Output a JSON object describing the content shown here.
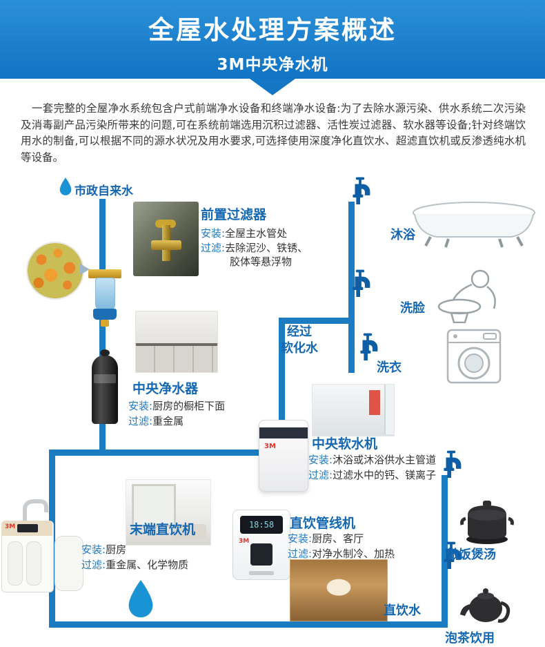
{
  "brand": "3M",
  "header": {
    "title": "全屋水处理方案概述",
    "subtitle": "3M中央净水机"
  },
  "intro": {
    "text": "一套完整的全屋净水系统包含户式前端净水设备和终端净水设备:为了去除水源污染、供水系统二次污染及消毒副产品污染所带来的问题,可在系统前端选用沉积过滤器、活性炭过滤器、软水器等设备;针对终端饮用水的制备,可以根据不同的源水状况及用水要求,可选择使用深度净化直饮水、超滤直饮机或反渗透纯水机等设备。"
  },
  "labels": {
    "install": "安装:",
    "filter": "过滤:"
  },
  "source": {
    "tap_water": "市政自来水"
  },
  "devices": {
    "pre_filter": {
      "title": "前置过滤器",
      "install": "全屋主水管处",
      "filter_line1": "去除泥沙、铁锈、",
      "filter_line2": "胶体等悬浮物"
    },
    "central_purifier": {
      "title": "中央净水器",
      "install": "厨房的橱柜下面",
      "filter": "重金属"
    },
    "central_softener": {
      "title": "中央软水机",
      "install": "沐浴或沐浴供水主管道",
      "filter": "过滤水中的钙、镁离子"
    },
    "terminal_purifier": {
      "title": "末端直饮机",
      "install": "厨房",
      "filter": "重金属、化学物质"
    },
    "pipeline_machine": {
      "title": "直饮管线机",
      "install": "厨房、客厅",
      "filter": "对净水制冷、加热",
      "display_time": "18:58"
    }
  },
  "notes": {
    "softened_line1": "经过",
    "softened_line2": "软化水"
  },
  "usages": {
    "bath": "沐浴",
    "face_wash": "洗脸",
    "laundry": "洗衣",
    "cooking": "做饭煲汤",
    "direct_drinking": "直饮水",
    "tea": "泡茶饮用"
  },
  "colors": {
    "header_blue": "#1b7fd0",
    "pipe_blue": "#1b7cc1",
    "faucet_blue": "#0d5ea4",
    "label_blue": "#1467b2",
    "brand_red": "#e0342b"
  }
}
